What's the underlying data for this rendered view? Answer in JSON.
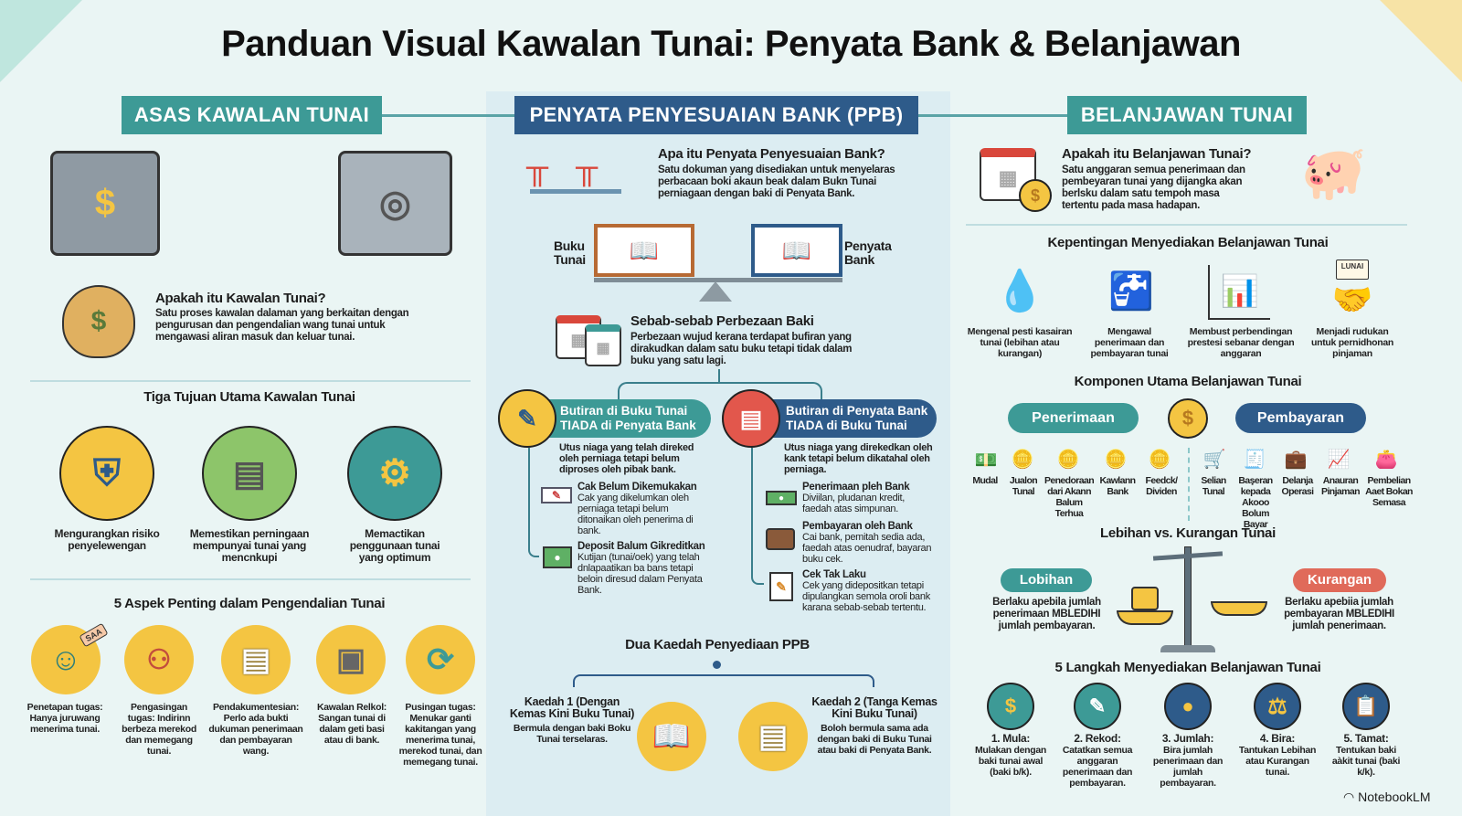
{
  "title": "Panduan Visual Kawalan Tunai: Penyata Bank & Belanjawan",
  "colors": {
    "teal": "#3d9a96",
    "navy": "#2e5b8a",
    "yellow": "#f4c542",
    "red": "#e2574c",
    "background": "#eaf5f4"
  },
  "left": {
    "header": "ASAS KAWALAN TUNAI",
    "what": {
      "title": "Apakah itu Kawalan Tunai?",
      "body": "Satu proses kawalan dalaman yang berkaitan dengan pengurusan dan pengendalian wang tunai untuk mengawasi aliran masuk dan keluar tunai."
    },
    "goals": {
      "title": "Tiga Tujuan Utama Kawalan Tunai",
      "items": [
        {
          "icon": "thief-shield-icon",
          "label": "Mengurangkan risiko penyelewengan"
        },
        {
          "icon": "cash-register-icon",
          "label": "Memestikan perningaan mempunyai tunai yang mencnkupi"
        },
        {
          "icon": "gear-dollar-icon",
          "label": "Memactikan penggunaan tunai yang optimum"
        }
      ]
    },
    "aspects": {
      "title": "5 Aspek Penting dalam Pengendalian Tunai",
      "items": [
        {
          "icon": "cashier-icon",
          "label": "Penetapan tugas: Hanya juruwang menerima tunai.",
          "tag": "SAA"
        },
        {
          "icon": "two-people-icon",
          "label": "Pengasingan tugas: Indirinn berbeza merekod dan memegang tunai."
        },
        {
          "icon": "documents-icon",
          "label": "Pendakumentesian: Perlo ada bukti dukuman penerimaan dan pembayaran wang."
        },
        {
          "icon": "safe-key-icon",
          "label": "Kawalan Relkol: Sangan tunai di dalam geti basi atau di bank."
        },
        {
          "icon": "rotation-people-icon",
          "label": "Pusingan tugas: Menukar ganti kakitangan yang menerima tunai, merekod tunai, dan memegang tunai."
        }
      ]
    }
  },
  "center": {
    "header": "PENYATA PENYESUAIAN BANK (PPB)",
    "what": {
      "title": "Apa itu Penyata Penyesuaian Bank?",
      "body": "Satu dokuman yang disediakan untuk menyelaras perbacaan boki akaun beak dalam Bukn Tunai perniagaan dengan baki di Penyata Bank."
    },
    "book_left": "Buku Tunai",
    "book_right": "Penyata Bank",
    "causes": {
      "title": "Sebab-sebab Perbezaan Baki",
      "body": "Perbezaan wujud kerana terdapat bufiran yang dirakudkan dalam satu buku tetapi tidak dalam buku yang satu lagi."
    },
    "branch_left": {
      "title": "Butiran di Buku Tunai TIADA di Penyata Bank",
      "body": "Utus niaga yang telah direked oleh perniaga tetapi belum diproses oleh pibak bank.",
      "items": [
        {
          "icon": "cheque-icon",
          "title": "Cak Belum Dikemukakan",
          "body": "Cak yang dikelumkan oleh perniaga tetapi belum ditonaikan oleh penerima di bank."
        },
        {
          "icon": "cash-card-icon",
          "title": "Deposit Balum Gikreditkan",
          "body": "Kutijan (tunai/oek) yang telah dnlapaatikan ba bans tetapi beloin diresud dalam Penyata Bank."
        }
      ]
    },
    "branch_right": {
      "title": "Butiran di Penyata Bank TIADA di Buku Tunai",
      "body": "Utus niaga yang direkedkan oleh kank tetapi belum dikatahal oleh perniaga.",
      "items": [
        {
          "icon": "banknote-icon",
          "title": "Penerimaan pleh Bank",
          "body": "Diviilan, pludanan kredit, faedah atas simpunan."
        },
        {
          "icon": "wallet-icon",
          "title": "Pembayaran oleh Bank",
          "body": "Cai bank, pemitah sedia ada, faedah atas oenudraf, bayaran buku cek."
        },
        {
          "icon": "document-pen-icon",
          "title": "Cek Tak Laku",
          "body": "Cek yang didepositkan tetapi dipulangkan semola oroli bank karana sebab-sebab tertentu."
        }
      ]
    },
    "methods": {
      "title": "Dua Kaedah Penyediaan PPB",
      "m1": {
        "title": "Kaedah 1 (Dengan Kemas Kini Buku Tunai)",
        "body": "Bermula dengan baki Boku Tunai terselaras."
      },
      "m2": {
        "title": "Kaedah 2 (Tanga Kemas Kini Buku Tunai)",
        "body": "Boloh bermula sama ada dengan baki di Buku Tunai atau baki di Penyata Bank."
      }
    }
  },
  "right": {
    "header": "BELANJAWAN TUNAI",
    "what": {
      "title": "Apakah itu Belanjawan Tunai?",
      "body": "Satu anggaran semua penerimaan dan pembeyaran tunai yang dijangka akan berlsku dalam satu tempoh masa tertentu pada masa hadapan."
    },
    "importance": {
      "title": "Kepentingan Menyediakan Belanjawan Tunai",
      "items": [
        {
          "icon": "water-drop-icon",
          "label": "Mengenal pesti kasairan tunai (lebihan atau kurangan)"
        },
        {
          "icon": "tap-icon",
          "label": "Mengawal penerimaan dan pembayaran tunai"
        },
        {
          "icon": "bar-chart-icon",
          "label": "Membust perbendingan prestesi sebanar dengan anggaran"
        },
        {
          "icon": "handshake-icon",
          "label": "Menjadi rudukan untuk pernidhonan pinjaman",
          "doc": "LUNAI"
        }
      ]
    },
    "components": {
      "title": "Komponen Utama Belanjawan Tunai",
      "receipts_label": "Penerimaan",
      "payments_label": "Pembayaran",
      "receipts": [
        {
          "icon": "cash-stack-icon",
          "label": "Mudal"
        },
        {
          "icon": "hand-coin-icon",
          "label": "Jualon Tunal"
        },
        {
          "icon": "hand-coin-icon",
          "label": "Penedoraan dari Akann Balum Terhua"
        },
        {
          "icon": "hand-coin-icon",
          "label": "Kawlann Bank"
        },
        {
          "icon": "hand-coin-icon",
          "label": "Feedck/ Dividen"
        }
      ],
      "payments": [
        {
          "icon": "cart-icon",
          "label": "Selian Tunal"
        },
        {
          "icon": "invoice-coin-icon",
          "label": "Başeran kepada Akooo Bolum Bayar"
        },
        {
          "icon": "briefcase-icon",
          "label": "Delanja Operasi"
        },
        {
          "icon": "growth-chart-icon",
          "label": "Anauran Pinjaman"
        },
        {
          "icon": "wallet-icon",
          "label": "Pembelian Aaet Bokan Semasa"
        }
      ]
    },
    "surplus": {
      "title": "Lebihan vs. Kurangan Tunai",
      "surplus_label": "Lobihan",
      "surplus_body": "Berlaku apebila jumlah penerimaan MBLEDIHI jumlah pembayaran.",
      "deficit_label": "Kurangan",
      "deficit_body": "Berlaku apebiia jumlah pembayaran MBLEDIHI jumlah penerimaan."
    },
    "steps": {
      "title": "5 Langkah Menyediakan Belanjawan Tunai",
      "items": [
        {
          "icon": "cash-coins-icon",
          "title": "1. Mula:",
          "body": "Mulakan dengan baki tunai awal (baki b/k)."
        },
        {
          "icon": "checklist-pen-icon",
          "title": "2. Rekod:",
          "body": "Catatkan semua anggaran penerimaan dan pembayaran."
        },
        {
          "icon": "coins-icon",
          "title": "3. Jumlah:",
          "body": "Bira jumlah penerimaan dan jumlah pembayaran."
        },
        {
          "icon": "scale-icon",
          "title": "4. Bira:",
          "body": "Tantukan Lebihan atau Kurangan tunai."
        },
        {
          "icon": "clipboard-pen-icon",
          "title": "5. Tamat:",
          "body": "Tentukan baki aàkit tunai (baki k/k)."
        }
      ]
    }
  },
  "brand": "NotebookLM"
}
